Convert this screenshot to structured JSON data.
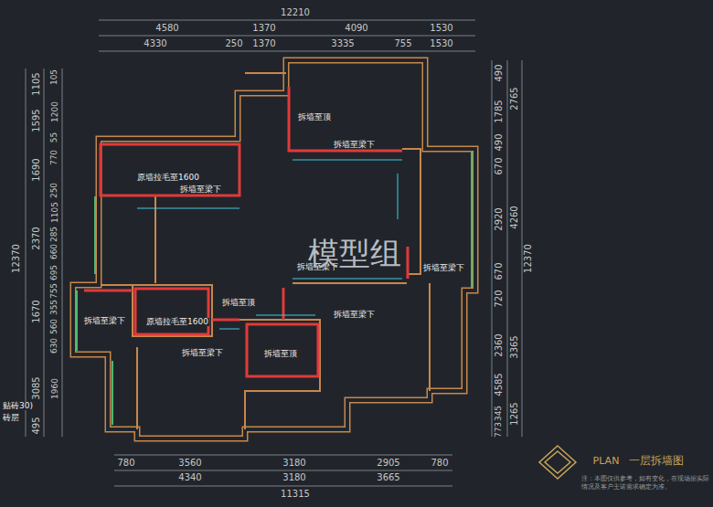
{
  "diagram": {
    "title": "一层拆墙图",
    "labels": [
      "12210",
      "4580",
      "1370",
      "4090",
      "1530",
      "4330",
      "250",
      "1370",
      "3335",
      "755",
      "1530",
      "780",
      "3560",
      "3180",
      "2905",
      "780",
      "4340",
      "3180",
      "3665",
      "11315",
      "12370",
      "1105",
      "1595",
      "1690",
      "2370",
      "1670",
      "3085",
      "495",
      "105",
      "1200",
      "55",
      "770",
      "250",
      "1105",
      "285",
      "660",
      "695",
      "755",
      "355",
      "560",
      "630",
      "1960",
      "490",
      "1785",
      "490",
      "670",
      "2920",
      "670",
      "720",
      "2360",
      "4585",
      "345",
      "773",
      "2765",
      "4260",
      "3365",
      "1265",
      "12370",
      "拆墙至顶",
      "拆墙至梁下",
      "原墙拉毛至1600",
      "拆墙至梁下",
      "拆墙至梁下",
      "拆墙至梁下",
      "拆墙至顶",
      "拆墙至梁下",
      "原墙拉毛至1600",
      "拆墙至梁下",
      "拆墙至梁下",
      "拆墙至顶",
      "模型组",
      "贴砖30)",
      "砖层",
      "PLAN",
      "注：本图仅供参考，如有变化，在现场据实际情况及客户主诺需求确定为准。"
    ]
  }
}
